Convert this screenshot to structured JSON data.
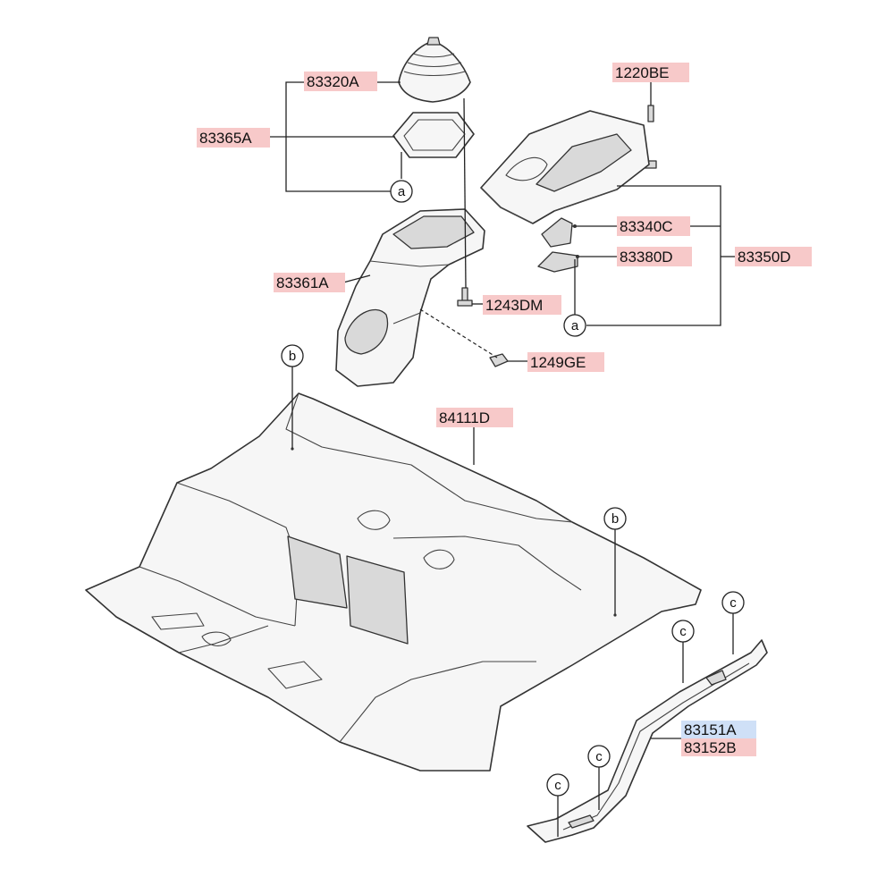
{
  "part_labels": {
    "p83320A": "83320A",
    "p83365A": "83365A",
    "p83361A": "83361A",
    "p1243DM": "1243DM",
    "p1249GE": "1249GE",
    "p1220BE": "1220BE",
    "p83340C": "83340C",
    "p83380D": "83380D",
    "p83350D": "83350D",
    "p84111D": "84111D",
    "p83151A": "83151A",
    "p83152B": "83152B"
  },
  "callouts": {
    "a": "a",
    "b": "b",
    "c": "c"
  },
  "colors": {
    "label_highlight": "#f7c9c9",
    "label_highlight_blue": "#cfe0f7"
  }
}
